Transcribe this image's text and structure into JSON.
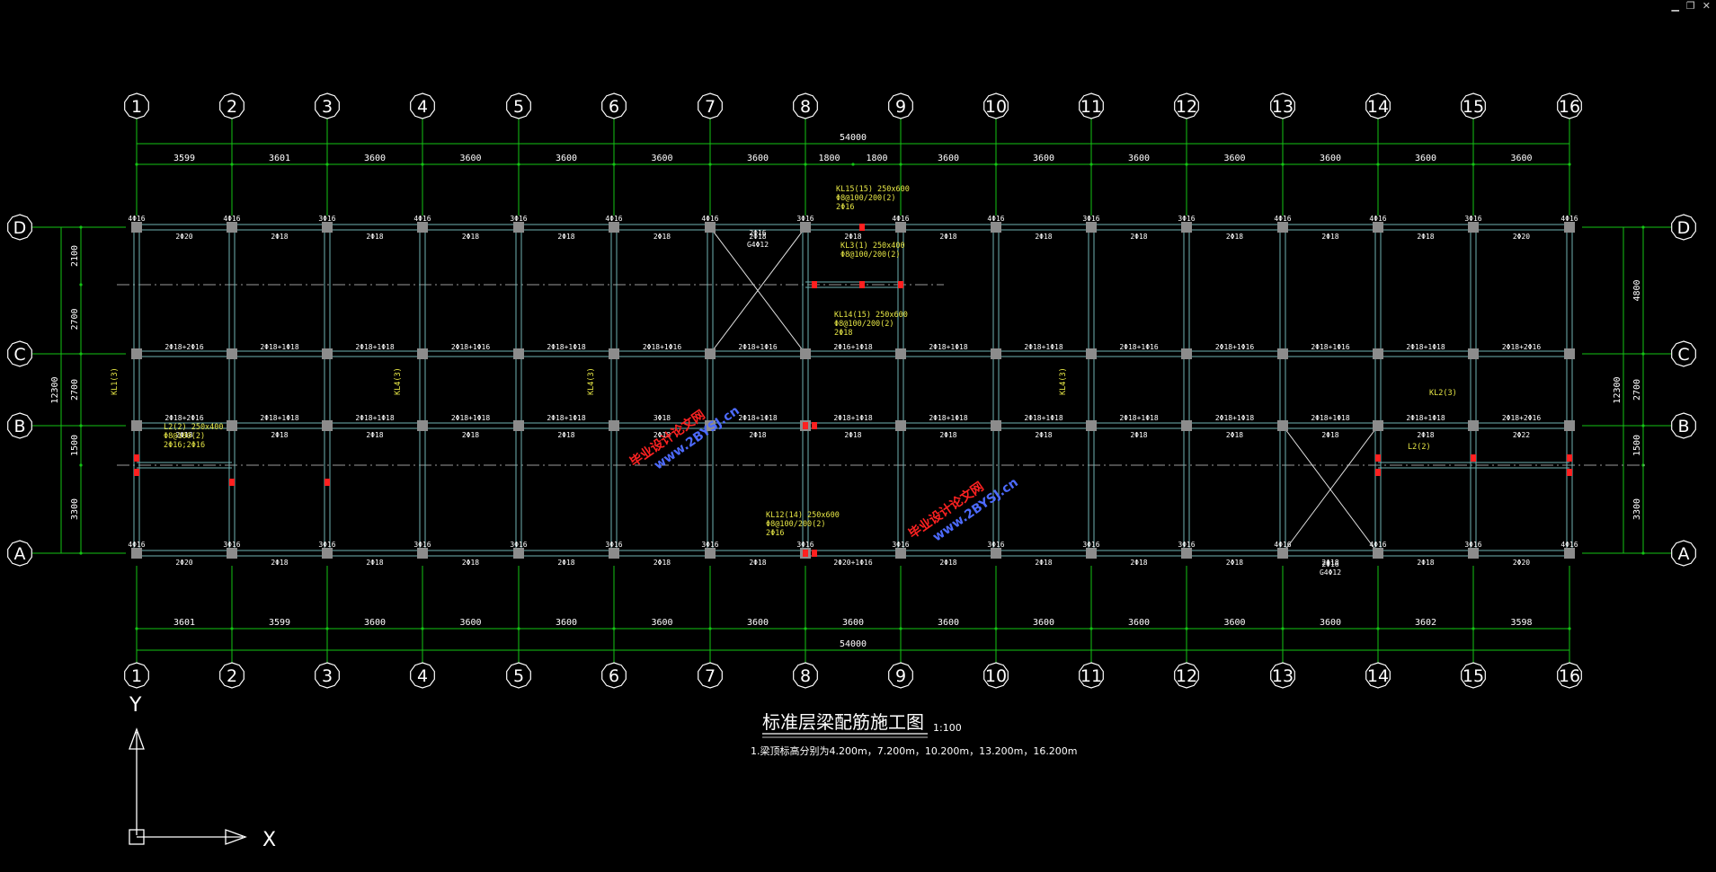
{
  "window_controls": {
    "minimize": "▁",
    "restore": "❐",
    "close": "✕"
  },
  "grid_x": [
    "1",
    "2",
    "3",
    "4",
    "5",
    "6",
    "7",
    "8",
    "9",
    "10",
    "11",
    "12",
    "13",
    "14",
    "15",
    "16"
  ],
  "grid_y": [
    "D",
    "C",
    "B",
    "A"
  ],
  "top_dims": [
    "3599",
    "3601",
    "3600",
    "3600",
    "3600",
    "3600",
    "3600",
    "1800",
    "1800",
    "3600",
    "3600",
    "3600",
    "3600",
    "3600",
    "3600",
    "3600"
  ],
  "top_total": "54000",
  "bottom_dims": [
    "3601",
    "3599",
    "3600",
    "3600",
    "3600",
    "3600",
    "3600",
    "3600",
    "3600",
    "3600",
    "3600",
    "3600",
    "3600",
    "3602",
    "3598"
  ],
  "bottom_total": "54000",
  "left_dims": [
    "2100",
    "2700",
    "2700",
    "1500",
    "3300"
  ],
  "left_total": "12300",
  "right_dims": [
    "4800",
    "2700",
    "1500",
    "3300"
  ],
  "right_total": "12300",
  "top_beam_labels": [
    "4Φ16",
    "4Φ16",
    "3Φ16",
    "4Φ16",
    "3Φ16",
    "4Φ16",
    "4Φ16",
    "3Φ16",
    "4Φ16",
    "4Φ16",
    "3Φ16",
    "3Φ16",
    "4Φ16",
    "4Φ16",
    "3Φ16",
    "4Φ16"
  ],
  "row_d_bottom": [
    "2Φ20",
    "2Φ18",
    "2Φ18",
    "2Φ18",
    "2Φ18",
    "2Φ18",
    "2Φ18",
    "2Φ18",
    "2Φ18",
    "2Φ18",
    "2Φ18",
    "2Φ18",
    "2Φ18",
    "2Φ18",
    "2Φ20"
  ],
  "row_c_top": [
    "2Φ18+2Φ16",
    "2Φ18+1Φ18",
    "2Φ18+1Φ18",
    "2Φ18+1Φ16",
    "2Φ18+1Φ18",
    "2Φ18+1Φ16",
    "2Φ18+1Φ16",
    "2Φ16+1Φ18",
    "2Φ18+1Φ18",
    "2Φ18+1Φ18",
    "2Φ18+1Φ16",
    "2Φ18+1Φ16",
    "2Φ18+1Φ16",
    "2Φ18+1Φ18",
    "2Φ18+2Φ16"
  ],
  "row_b_top": [
    "2Φ18+2Φ16",
    "2Φ18+1Φ18",
    "2Φ18+1Φ18",
    "2Φ18+1Φ18",
    "2Φ18+1Φ18",
    "3Φ18",
    "2Φ18+1Φ18",
    "2Φ18+1Φ18",
    "2Φ18+1Φ18",
    "2Φ18+1Φ18",
    "2Φ18+1Φ18",
    "2Φ18+1Φ18",
    "2Φ18+1Φ18",
    "2Φ18+1Φ18",
    "2Φ18+2Φ16"
  ],
  "row_b_bottom": [
    "2Φ18",
    "2Φ18",
    "2Φ18",
    "2Φ18",
    "2Φ18",
    "2Φ18",
    "2Φ18",
    "2Φ18",
    "2Φ18",
    "2Φ18",
    "2Φ18",
    "2Φ18",
    "2Φ18",
    "2Φ18",
    "2Φ22"
  ],
  "row_a_top": [
    "4Φ16",
    "3Φ16",
    "3Φ16",
    "3Φ16",
    "3Φ16",
    "3Φ16",
    "3Φ16",
    "3Φ16",
    "3Φ16",
    "3Φ16",
    "3Φ16",
    "3Φ16",
    "4Φ16",
    "4Φ16",
    "3Φ16",
    "4Φ16"
  ],
  "row_a_bottom": [
    "2Φ20",
    "2Φ18",
    "2Φ18",
    "2Φ18",
    "2Φ18",
    "2Φ18",
    "2Φ18",
    "2Φ20+1Φ16",
    "2Φ18",
    "2Φ18",
    "2Φ18",
    "2Φ18",
    "2Φ18",
    "2Φ18",
    "2Φ20"
  ],
  "yellow_labels": [
    {
      "text": "KL15(15) 250x600"
    },
    {
      "text": "Φ8@100/200(2)"
    },
    {
      "text": "2Φ16"
    },
    {
      "text": "KL14(15) 250x600"
    },
    {
      "text": "Φ8@100/200(2)"
    },
    {
      "text": "2Φ18"
    },
    {
      "text": "KL12(14) 250x600"
    },
    {
      "text": "Φ8@100/200(2)"
    },
    {
      "text": "2Φ16"
    },
    {
      "text": "KL1(3)"
    },
    {
      "text": "KL4(3)"
    },
    {
      "text": "KL4(3)"
    },
    {
      "text": "KL4(3)"
    },
    {
      "text": "L2(2) 250x400"
    },
    {
      "text": "Φ8@100(2)"
    },
    {
      "text": "2Φ16;2Φ16"
    },
    {
      "text": "KL3(1) 250x400"
    },
    {
      "text": "Φ8@100/200(2)"
    },
    {
      "text": "L2(2)"
    },
    {
      "text": "KL2(3)"
    }
  ],
  "x_labels": [
    "2Φ16",
    "G4Φ12"
  ],
  "watermark_cn": "毕业设计论文网",
  "watermark_url": "www.2BYSJ.cn",
  "drawing_title": "标准层梁配筋施工图",
  "scale": "1:100",
  "note": "1.梁顶标高分别为4.200m，7.200m，10.200m，13.200m，16.200m",
  "axis_x": "X",
  "axis_y": "Y"
}
